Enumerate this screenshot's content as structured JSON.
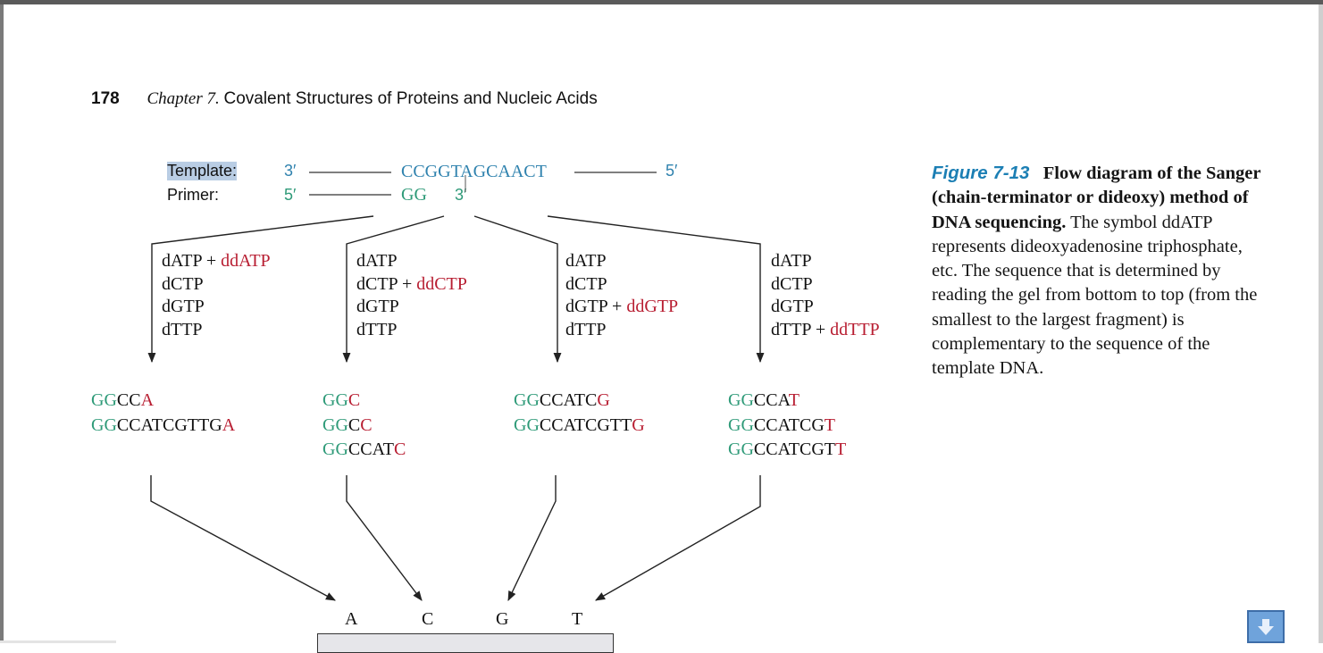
{
  "header": {
    "page_number": "178",
    "chapter_prefix": "Chapter 7.",
    "chapter_title": "Covalent Structures of Proteins and Nucleic Acids"
  },
  "template_strand": {
    "label": "Template:",
    "end_left": "3′",
    "sequence": "CCGGTAGCAACT",
    "end_right": "5′"
  },
  "primer_strand": {
    "label": "Primer:",
    "end_left": "5′",
    "sequence": "GG",
    "end_right": "3′"
  },
  "lanes": [
    {
      "reagents": [
        {
          "base": "dATP",
          "dideoxy": "ddATP"
        },
        {
          "base": "dCTP",
          "dideoxy": ""
        },
        {
          "base": "dGTP",
          "dideoxy": ""
        },
        {
          "base": "dTTP",
          "dideoxy": ""
        }
      ],
      "fragments": [
        {
          "primer": "GG",
          "middle": "CC",
          "terminal": "A"
        },
        {
          "primer": "GG",
          "middle": "CCATCGTTG",
          "terminal": "A"
        }
      ],
      "gel_letter": "A"
    },
    {
      "reagents": [
        {
          "base": "dATP",
          "dideoxy": ""
        },
        {
          "base": "dCTP",
          "dideoxy": "ddCTP"
        },
        {
          "base": "dGTP",
          "dideoxy": ""
        },
        {
          "base": "dTTP",
          "dideoxy": ""
        }
      ],
      "fragments": [
        {
          "primer": "GG",
          "middle": "",
          "terminal": "C"
        },
        {
          "primer": "GG",
          "middle": "C",
          "terminal": "C"
        },
        {
          "primer": "GG",
          "middle": "CCAT",
          "terminal": "C"
        }
      ],
      "gel_letter": "C"
    },
    {
      "reagents": [
        {
          "base": "dATP",
          "dideoxy": ""
        },
        {
          "base": "dCTP",
          "dideoxy": ""
        },
        {
          "base": "dGTP",
          "dideoxy": "ddGTP"
        },
        {
          "base": "dTTP",
          "dideoxy": ""
        }
      ],
      "fragments": [
        {
          "primer": "GG",
          "middle": "CCATC",
          "terminal": "G"
        },
        {
          "primer": "GG",
          "middle": "CCATCGTT",
          "terminal": "G"
        }
      ],
      "gel_letter": "G"
    },
    {
      "reagents": [
        {
          "base": "dATP",
          "dideoxy": ""
        },
        {
          "base": "dCTP",
          "dideoxy": ""
        },
        {
          "base": "dGTP",
          "dideoxy": ""
        },
        {
          "base": "dTTP",
          "dideoxy": "ddTTP"
        }
      ],
      "fragments": [
        {
          "primer": "GG",
          "middle": "CCA",
          "terminal": "T"
        },
        {
          "primer": "GG",
          "middle": "CCATCG",
          "terminal": "T"
        },
        {
          "primer": "GG",
          "middle": "CCATCGT",
          "terminal": "T"
        }
      ],
      "gel_letter": "T"
    }
  ],
  "caption": {
    "figure_number": "Figure 7-13",
    "title": "Flow diagram of the Sanger (chain-terminator or dideoxy) method of DNA sequencing.",
    "body": "The symbol ddATP represents dideoxyadenosine triphosphate, etc. The sequence that is determined by reading the gel from bottom to top (from the smallest to the largest fragment) is complementary to the sequence of the template DNA."
  },
  "colors": {
    "template": "#2f82ae",
    "primer": "#2e9a78",
    "dideoxy": "#b81e32",
    "figure_label": "#1c7fb4"
  }
}
